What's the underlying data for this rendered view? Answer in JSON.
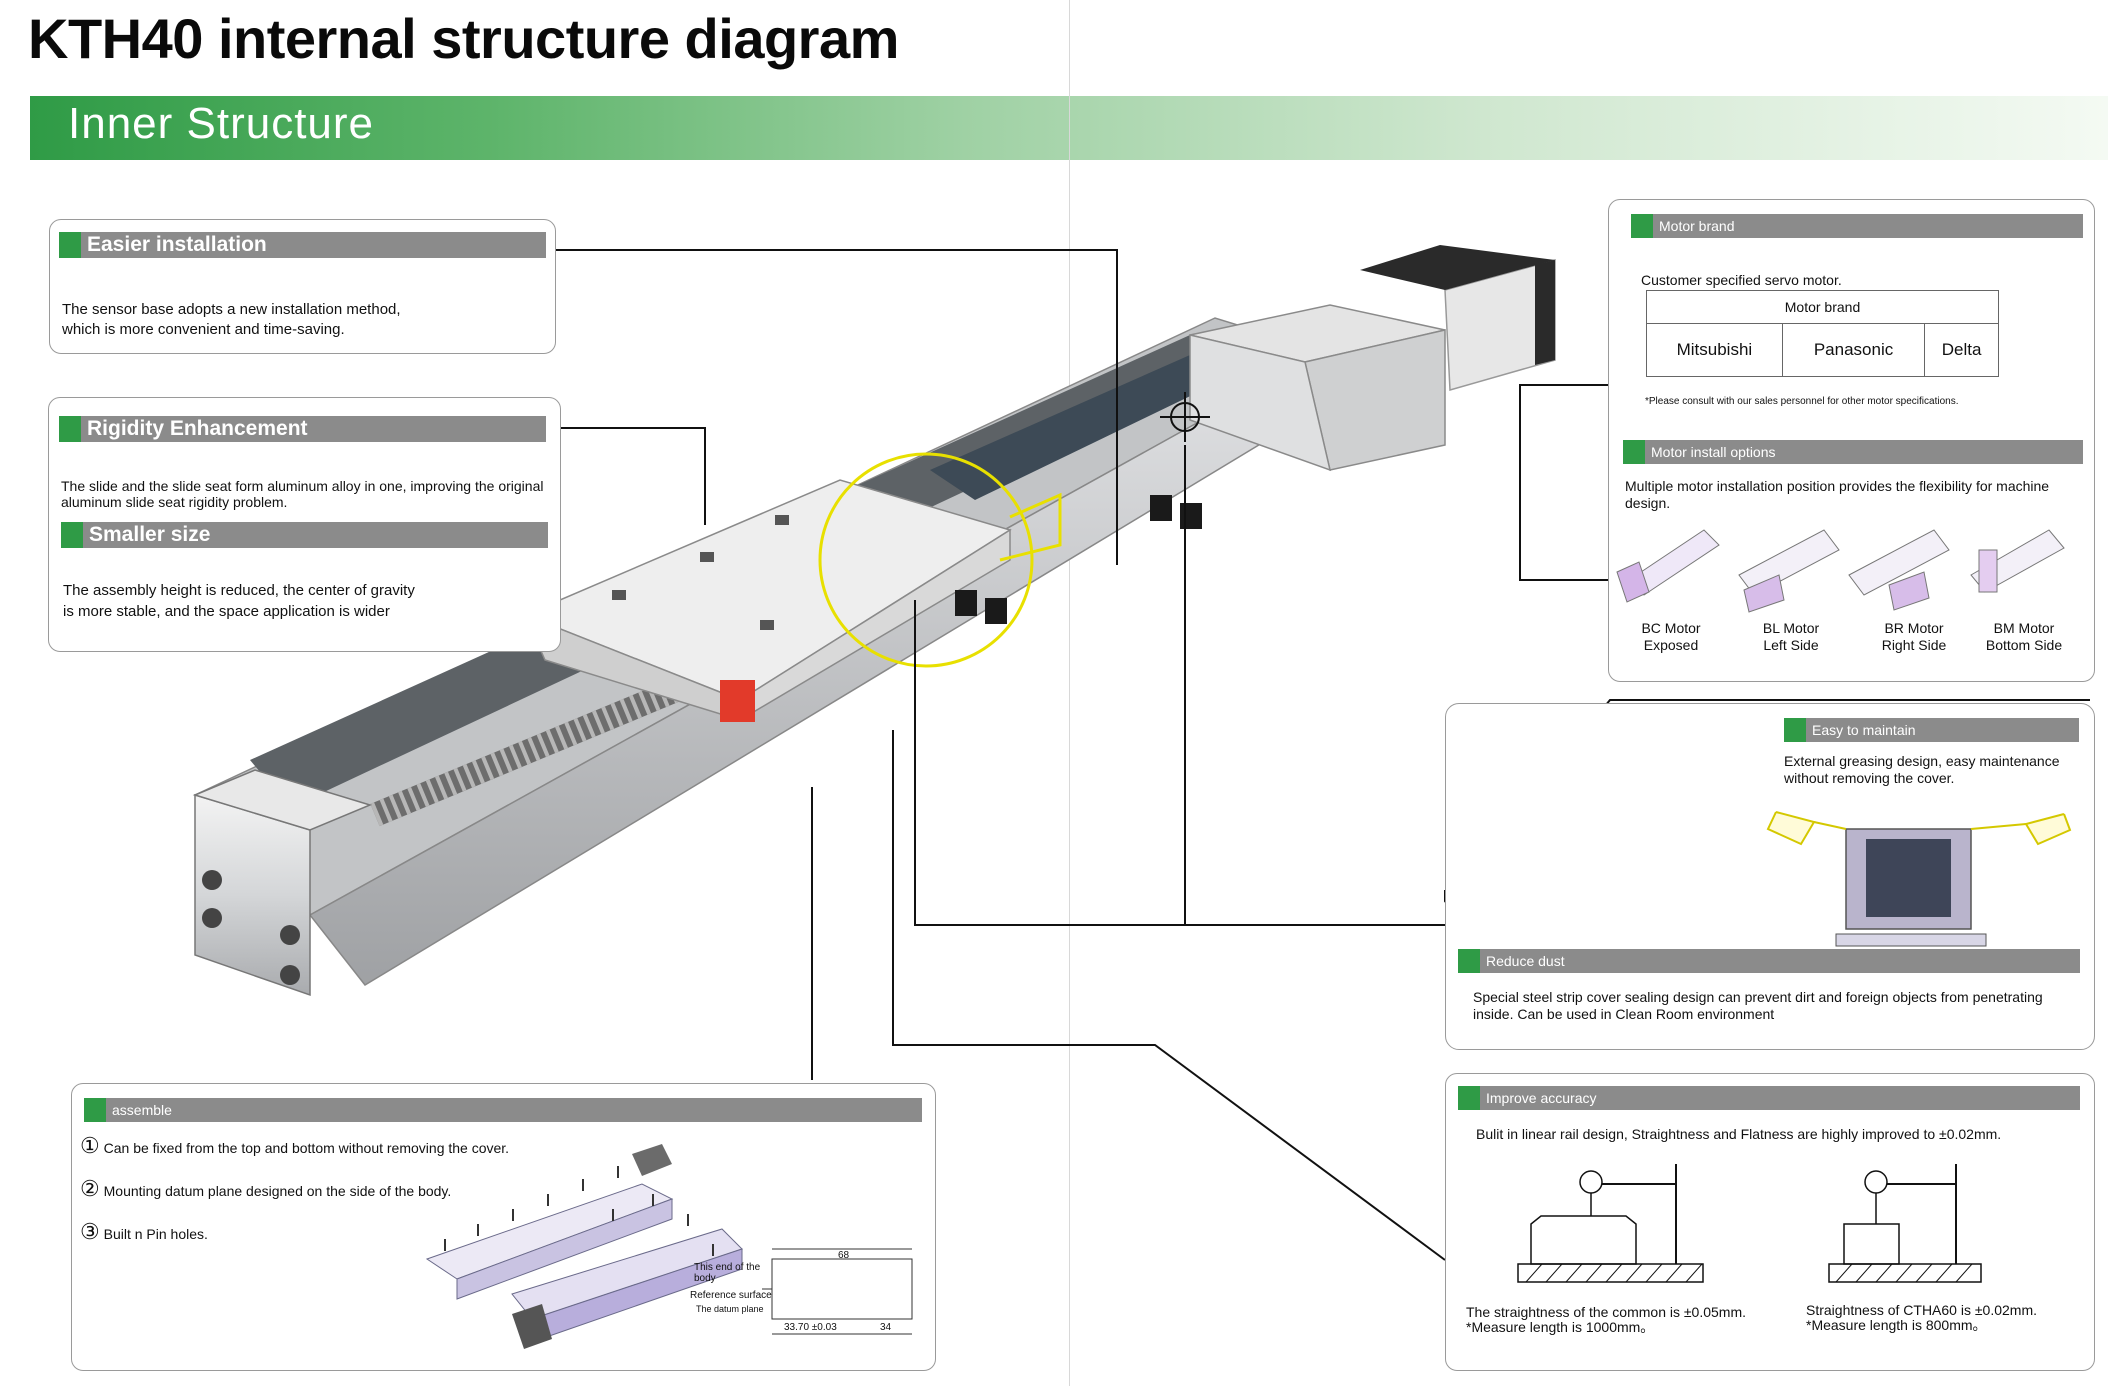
{
  "title": "KTH40 internal structure diagram",
  "section_band": "Inner Structure",
  "easier_installation": {
    "heading": "Easier installation",
    "line1": "The sensor base adopts a new installation method,",
    "line2": "which is more convenient and time-saving."
  },
  "rigidity": {
    "heading": "Rigidity Enhancement",
    "line1": "The slide and the slide seat form aluminum alloy in one, improving the original",
    "line2": "aluminum slide seat rigidity problem."
  },
  "smaller_size": {
    "heading": "Smaller size",
    "line1": "The assembly height is reduced, the center of gravity",
    "line2": "is more stable, and the space application is wider"
  },
  "assemble": {
    "heading": "assemble",
    "items": [
      {
        "num": "①",
        "text": "Can be fixed from the top and bottom without removing the cover."
      },
      {
        "num": "②",
        "text": "Mounting datum plane designed on the side of the body."
      },
      {
        "num": "③",
        "text": "Built n Pin holes."
      }
    ],
    "drawing_labels": {
      "width": "68",
      "end_of_body": "This end of the body",
      "reference_surface": "Reference surface",
      "datum_plane": "The datum plane",
      "dim_left": "33.70 ±0.03",
      "dim_right": "34"
    }
  },
  "motor_brand": {
    "heading": "Motor brand",
    "intro": "Customer specified servo motor.",
    "table_header": "Motor brand",
    "brands": [
      "Mitsubishi",
      "Panasonic",
      "Delta"
    ],
    "note": "*Please consult with our sales personnel for other motor specifications."
  },
  "motor_install": {
    "heading": "Motor install options",
    "intro": "Multiple motor installation position provides the flexibility for machine design.",
    "options": [
      {
        "line1": "BC Motor",
        "line2": "Exposed"
      },
      {
        "line1": "BL Motor",
        "line2": "Left Side"
      },
      {
        "line1": "BR Motor",
        "line2": "Right Side"
      },
      {
        "line1": "BM Motor",
        "line2": "Bottom Side"
      }
    ]
  },
  "easy_maintain": {
    "heading": "Easy to maintain",
    "line1": "External greasing design, easy maintenance",
    "line2": "without removing the cover."
  },
  "reduce_dust": {
    "heading": "Reduce dust",
    "line1": "Special steel strip cover sealing design can prevent dirt and foreign objects from penetrating",
    "line2": "inside. Can be used in Clean Room environment"
  },
  "improve_accuracy": {
    "heading": "Improve accuracy",
    "intro": "Bulit in linear rail design, Straightness and Flatness are highly improved to ±0.02mm.",
    "left_line1": "The straightness of the common is ±0.05mm.",
    "left_line2": "*Measure length is 1000mm。",
    "right_line1": "Straightness of CTHA60 is ±0.02mm.",
    "right_line2": "*Measure length is 800mm。"
  },
  "colors": {
    "accent_green": "#2f9b46",
    "tag_gray": "#8b8b8b",
    "highlight_yellow": "#e8e000",
    "motor_purple": "#b8a8e0",
    "stopper_red": "#e23a2a"
  }
}
